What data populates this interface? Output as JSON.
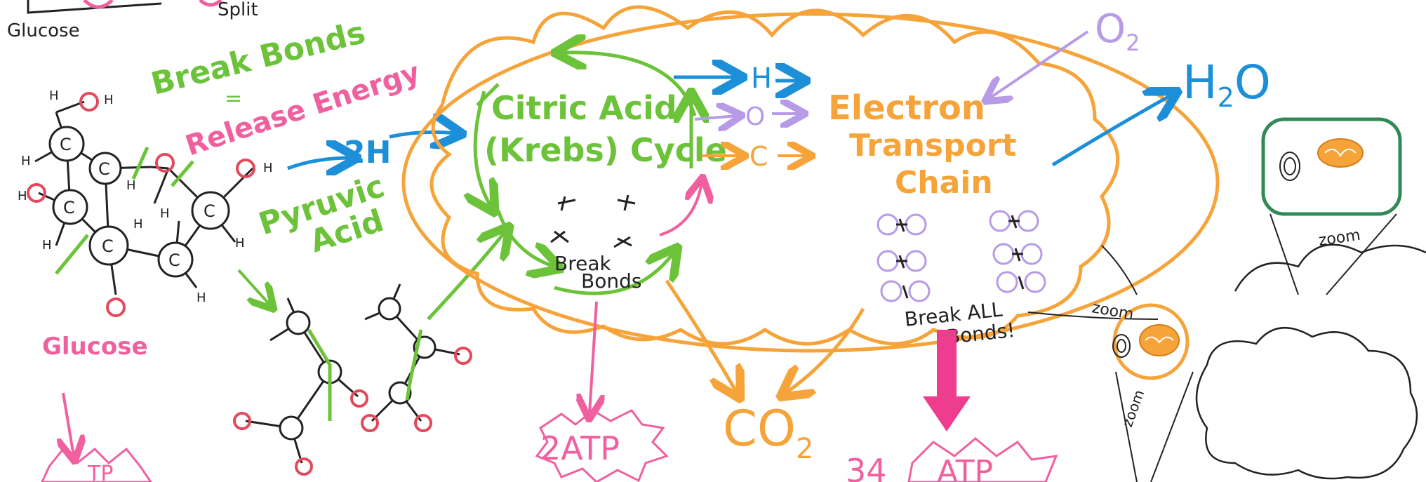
{
  "colors": {
    "green": "#6cc33a",
    "pink": "#f0609f",
    "magenta": "#ee3d8f",
    "blue": "#1c8fd8",
    "orange": "#f6a43a",
    "purple": "#b79be6",
    "black": "#222222",
    "darkgreen": "#2f8a56",
    "red": "#e24a5c"
  },
  "labels": {
    "glucose_top": "Glucose",
    "split": "Split",
    "break_bonds": "Break Bonds",
    "release_energy": "Release Energy",
    "two_h": "2H",
    "pyruvic": "Pyruvic",
    "acid": "Acid",
    "glucose": "Glucose",
    "citric_acid": "Citric Acid",
    "krebs_cycle": "(Krebs) Cycle",
    "break": "Break",
    "bonds": "Bonds",
    "h": "H",
    "o": "O",
    "c": "C",
    "electron": "Electron",
    "transport": "Transport",
    "chain": "Chain",
    "o2": "O",
    "o2_sub": "2",
    "h2o_h": "H",
    "h2o_2": "2",
    "h2o_o": "O",
    "break_all": "Break ALL",
    "bonds_excl": "Bonds!",
    "zoom1": "zoom",
    "zoom2": "zoom",
    "zoom3": "zoom",
    "two_atp": "2ATP",
    "atp": "ATP",
    "co2": "CO",
    "co2_sub": "2",
    "atp_left": "TP",
    "thirtyfour": "34"
  },
  "molecule_atoms": {
    "carbon": "C",
    "oxygen": "O",
    "hydrogen": "H"
  },
  "icons": [
    "mitochondrion-icon",
    "cell-icon",
    "cloud-icon",
    "starburst-icon"
  ]
}
